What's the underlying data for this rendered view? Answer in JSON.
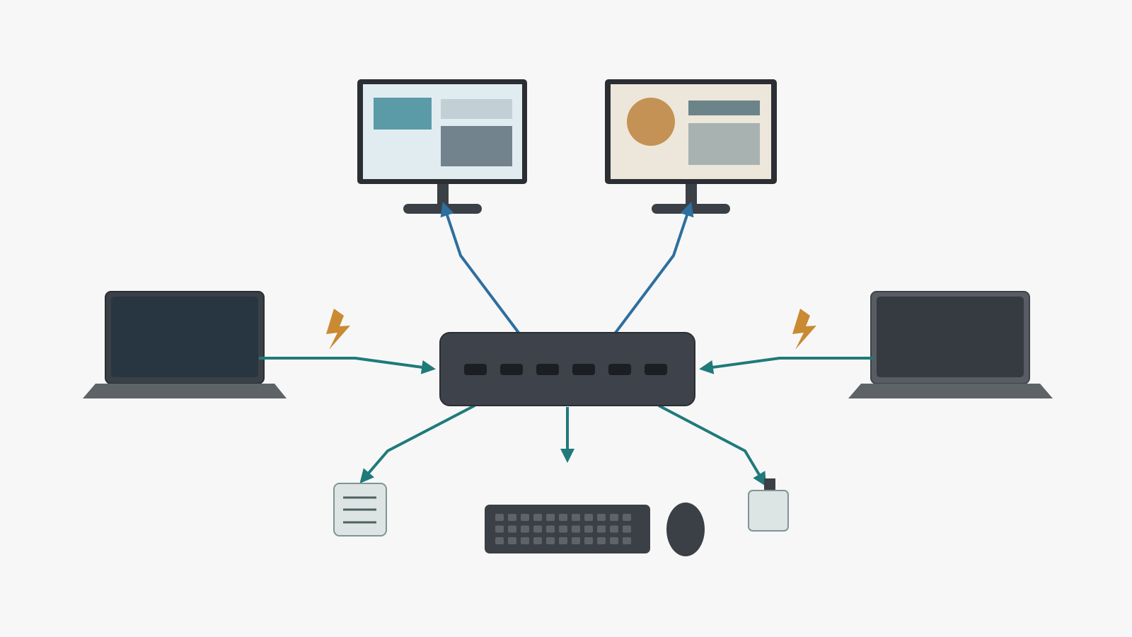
{
  "colors": {
    "background": "#f7f7f7",
    "video_link": "#2e6f9e",
    "data_link": "#1f7a7a",
    "power_bolt": "#c98a33",
    "dock_body": "#3e434b",
    "dock_port": "#1b1e22",
    "device_dark": "#3b4047",
    "laptop_left_screen": "#283641",
    "laptop_right_screen": "#363b42",
    "laptop_base": "#5e6368",
    "monitor_left_screen": "#e1ecf1",
    "monitor_right_screen": "#ede6da",
    "accessory_fill": "#dde4e4",
    "accessory_stroke": "#7f9595"
  },
  "icons": {
    "hub": "docking-station-icon",
    "laptops": [
      "laptop-icon",
      "laptop-icon"
    ],
    "monitors": [
      "monitor-icon",
      "monitor-icon"
    ],
    "power": [
      "lightning-bolt-icon",
      "lightning-bolt-icon"
    ],
    "peripherals": [
      "document-icon",
      "keyboard-icon",
      "mouse-icon",
      "storage-drive-icon"
    ]
  },
  "dock": {
    "port_count": 6
  },
  "keyboard": {
    "key_rows": 3,
    "keys_per_row": 11
  }
}
